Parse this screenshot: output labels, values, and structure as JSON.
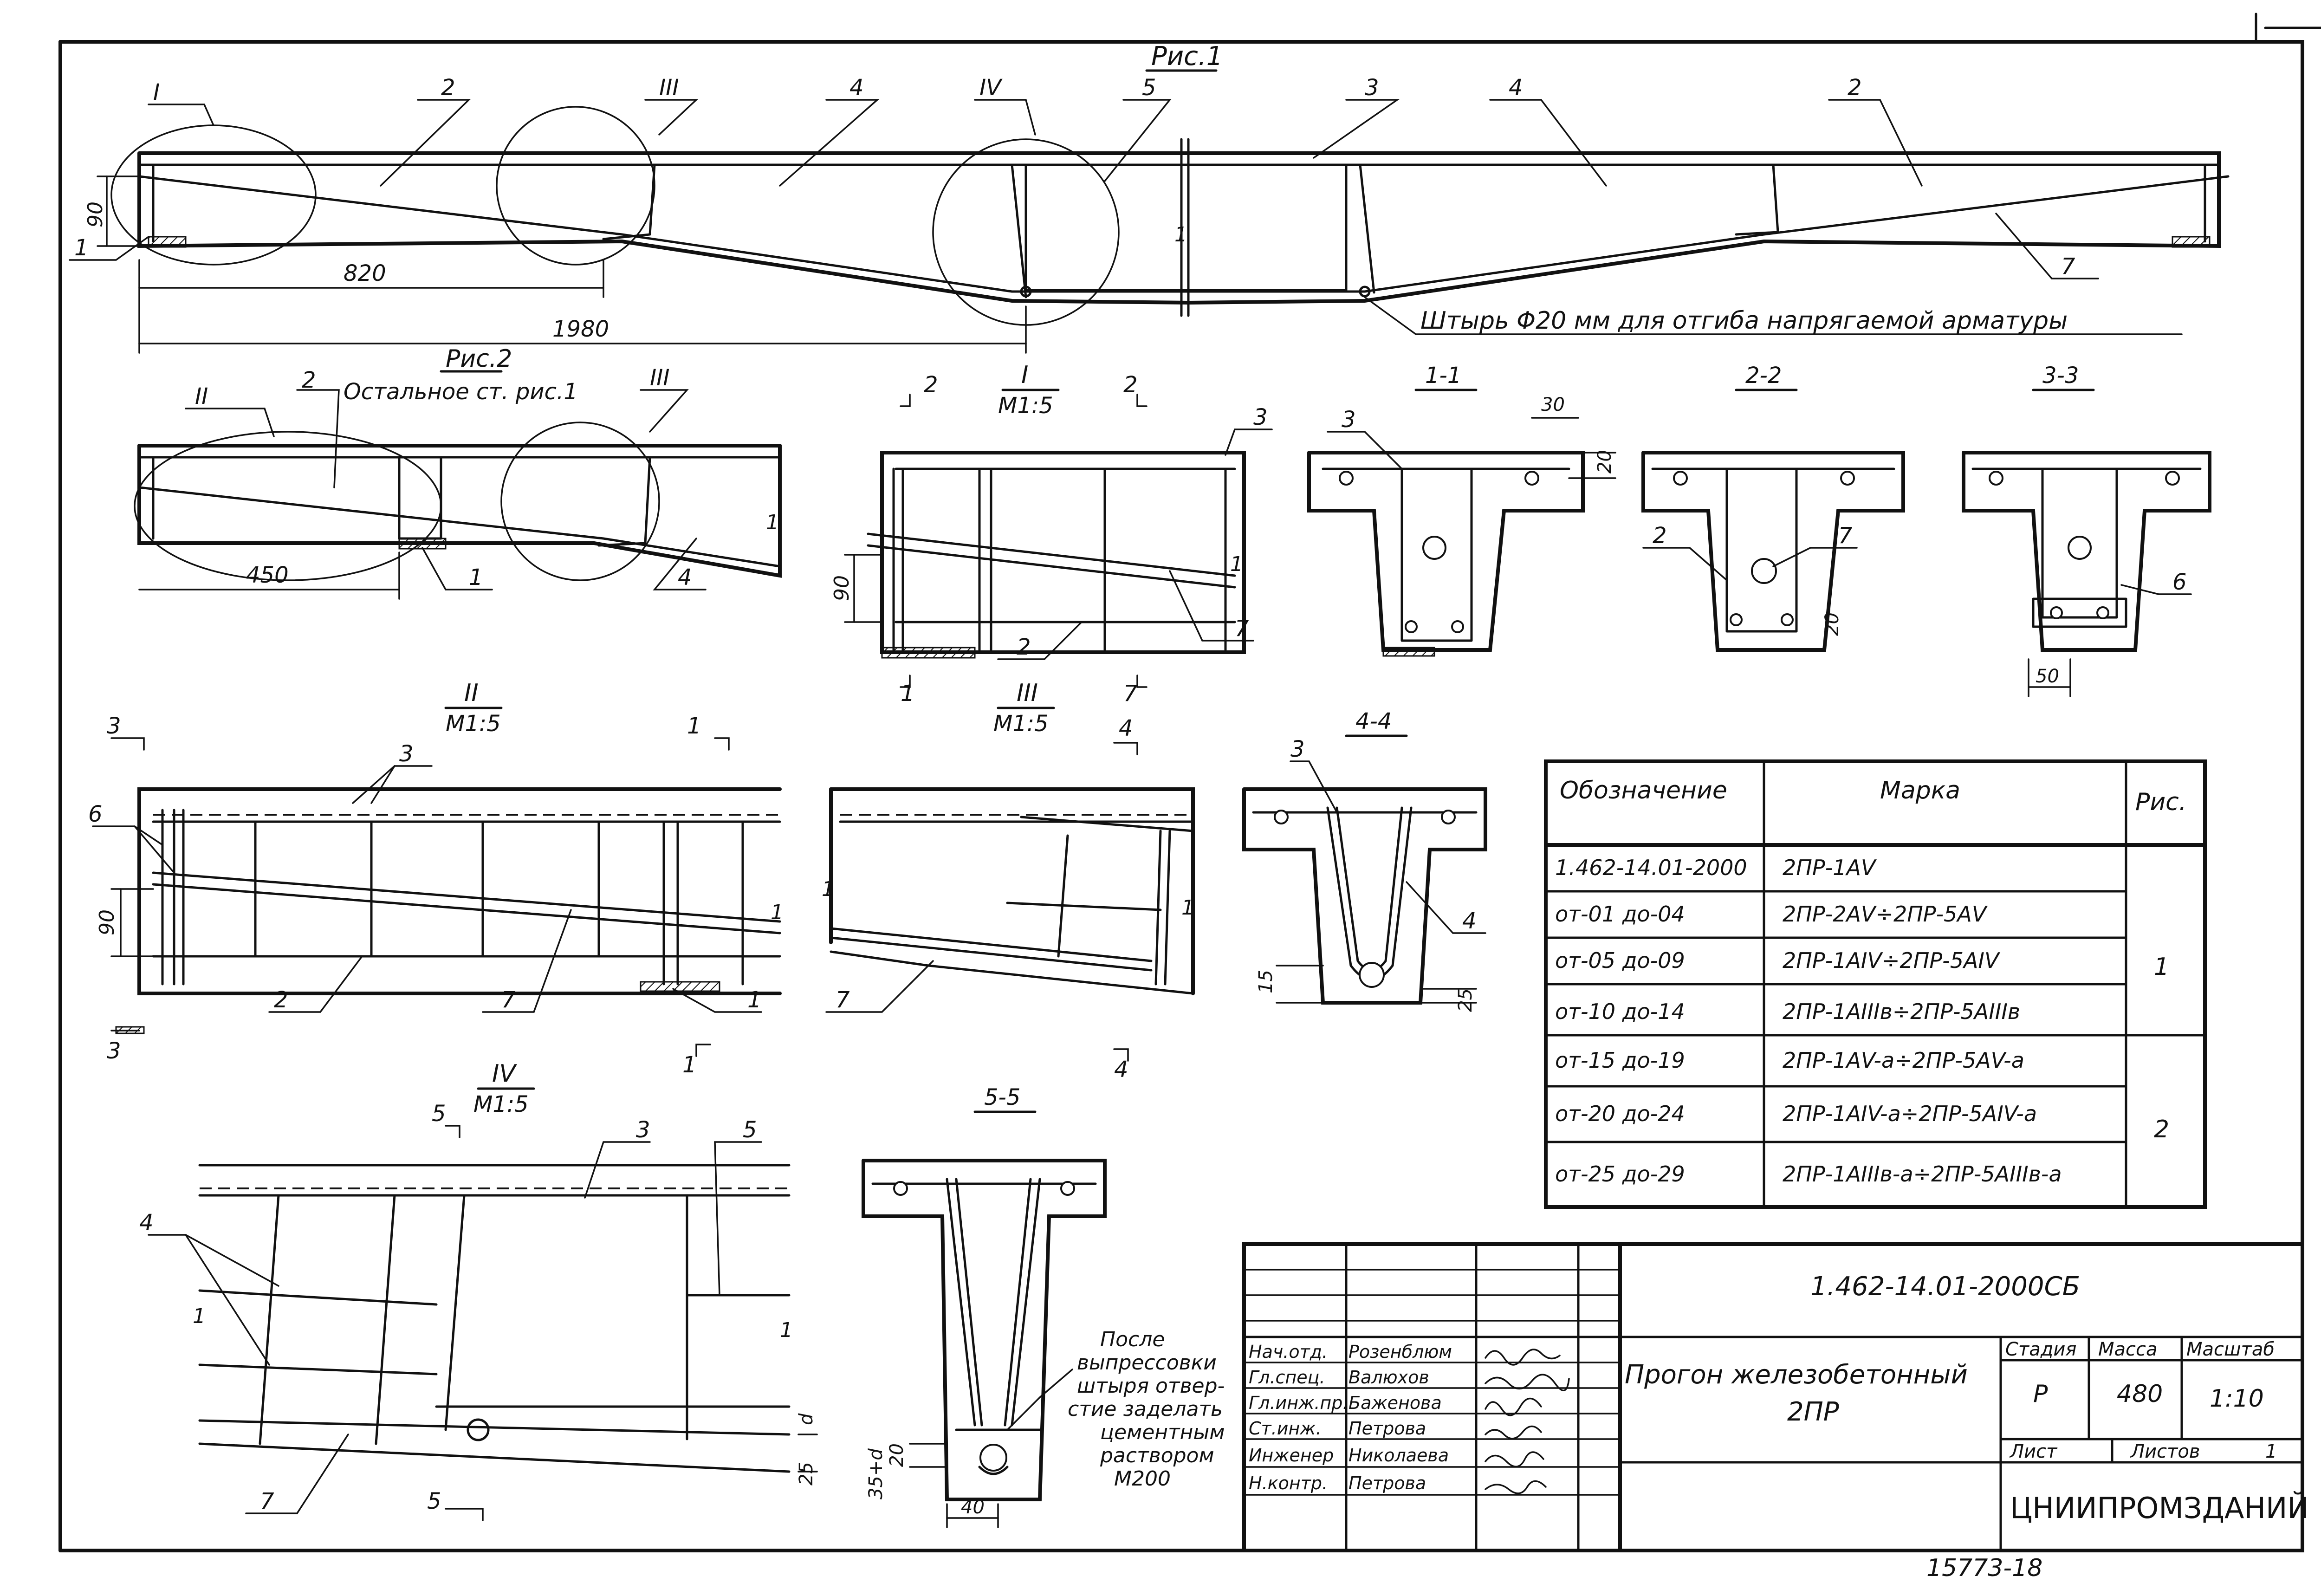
{
  "fig1": {
    "title": "Рис.1",
    "callouts": [
      "I",
      "III",
      "IV"
    ],
    "labels": [
      "2",
      "4",
      "5",
      "3",
      "4",
      "2",
      "7",
      "1"
    ],
    "dims": [
      "90",
      "820",
      "1980",
      "1"
    ],
    "note": "Штырь Φ20 мм для отгиба напрягаемой арматуры"
  },
  "fig2": {
    "title": "Рис.2",
    "note": "Остальное ст. рис.1",
    "callouts": [
      "II",
      "III"
    ],
    "labels": [
      "2",
      "1",
      "4",
      "1"
    ],
    "dims": [
      "450"
    ]
  },
  "det1": {
    "title": "I",
    "scale": "М1:5",
    "labels": [
      "3",
      "7",
      "2",
      "1",
      "1",
      "2",
      "2",
      "7"
    ],
    "dims": [
      "90"
    ]
  },
  "sec11": {
    "title": "1-1",
    "labels": [
      "3"
    ],
    "dims": [
      "30",
      "20"
    ]
  },
  "sec22": {
    "title": "2-2",
    "labels": [
      "2",
      "7"
    ],
    "dims": [
      "20"
    ]
  },
  "sec33": {
    "title": "3-3",
    "labels": [
      "6"
    ],
    "dims": [
      "50"
    ]
  },
  "det2": {
    "title": "II",
    "scale": "М1:5",
    "labels": [
      "3",
      "3",
      "1",
      "6",
      "2",
      "7",
      "1",
      "1",
      "3"
    ],
    "dims": [
      "90"
    ]
  },
  "det3": {
    "title": "III",
    "scale": "М1:5",
    "labels": [
      "4",
      "4",
      "1",
      "1",
      "7"
    ]
  },
  "sec44": {
    "title": "4-4",
    "labels": [
      "3",
      "4"
    ],
    "dims": [
      "15",
      "25"
    ]
  },
  "det4": {
    "title": "IV",
    "scale": "М1:5",
    "labels": [
      "5",
      "3",
      "5",
      "4",
      "1",
      "1",
      "7",
      "5"
    ],
    "dims": [
      "d",
      "25"
    ]
  },
  "sec55": {
    "title": "5-5",
    "dims": [
      "35+d",
      "20",
      "40"
    ]
  },
  "note_after": [
    "После",
    "выпрессовки",
    "штыря отвер-",
    "стие заделать",
    "цементным",
    "раствором",
    "М200"
  ],
  "marks_table": {
    "headers": [
      "Обозначение",
      "Марка",
      "Рис."
    ],
    "rows": [
      [
        "1.462-14.01-2000",
        "2ПР-1АV",
        ""
      ],
      [
        "от-01 до-04",
        "2ПР-2АV÷2ПР-5АV",
        ""
      ],
      [
        "от-05 до-09",
        "2ПР-1АIV÷2ПР-5АIV",
        "1"
      ],
      [
        "от-10 до-14",
        "2ПР-1АIIIв÷2ПР-5АIIIв",
        ""
      ],
      [
        "от-15 до-19",
        "2ПР-1АV-а÷2ПР-5АV-а",
        ""
      ],
      [
        "от-20 до-24",
        "2ПР-1АIV-а÷2ПР-5АIV-а",
        "2"
      ],
      [
        "от-25 до-29",
        "2ПР-1АIIIв-а÷2ПР-5АIIIв-а",
        ""
      ]
    ]
  },
  "title_block": {
    "code": "1.462-14.01-2000СБ",
    "title_line1": "Прогон железобетонный",
    "title_line2": "2ПР",
    "roles": [
      "Нач.отд.",
      "Гл.спец.",
      "Гл.инж.пр.",
      "Ст.инж.",
      "Инженер",
      "Н.контр."
    ],
    "names": [
      "Розенблюм",
      "Валюхов",
      "Баженова",
      "Петрова",
      "Николаева",
      "Петрова"
    ],
    "stage_label": "Стадия",
    "mass_label": "Масса",
    "scale_label": "Масштаб",
    "stage": "Р",
    "mass": "480",
    "scale": "1:10",
    "sheet_label": "Лист",
    "sheets_label": "Листов",
    "sheets": "1",
    "org": "ЦНИИПРОМЗДАНИЙ"
  },
  "footer_number": "15773-18"
}
